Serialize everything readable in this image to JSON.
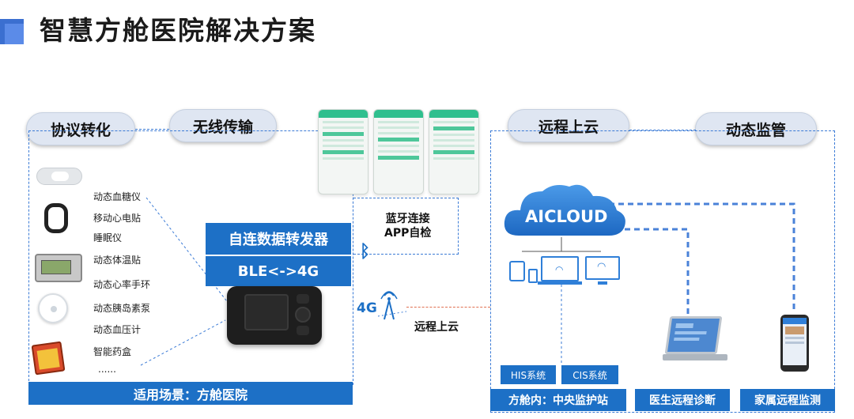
{
  "title": "智慧方舱医院解决方案",
  "stages": {
    "protocol": "协议转化",
    "wireless": "无线传输",
    "cloud": "远程上云",
    "supervision": "动态监管"
  },
  "devices": [
    "动态血糖仪",
    "移动心电贴",
    "睡眠仪",
    "动态体温贴",
    "动态心率手环",
    "动态胰岛素泵",
    "动态血压计",
    "智能药盒",
    "......"
  ],
  "forwarder": {
    "title": "自连数据转发器",
    "protocol": "BLE<->4G"
  },
  "scene": "适用场景：方舱医院",
  "bluetooth_text": "蓝牙连接\nAPP自检",
  "network": {
    "label_4g": "4G",
    "remote_cloud": "远程上云"
  },
  "cloud_name": "AICLOUD",
  "systems": {
    "his": "HIS系统",
    "cis": "CIS系统",
    "central": "方舱内：中央监护站",
    "doctor": "医生远程诊断",
    "family": "家属远程监测"
  },
  "colors": {
    "brand_blue": "#1d70c6",
    "dash_blue": "#3b7bd6",
    "cloud_blue": "#2f7fd8",
    "app_green": "#2fbf8e"
  }
}
